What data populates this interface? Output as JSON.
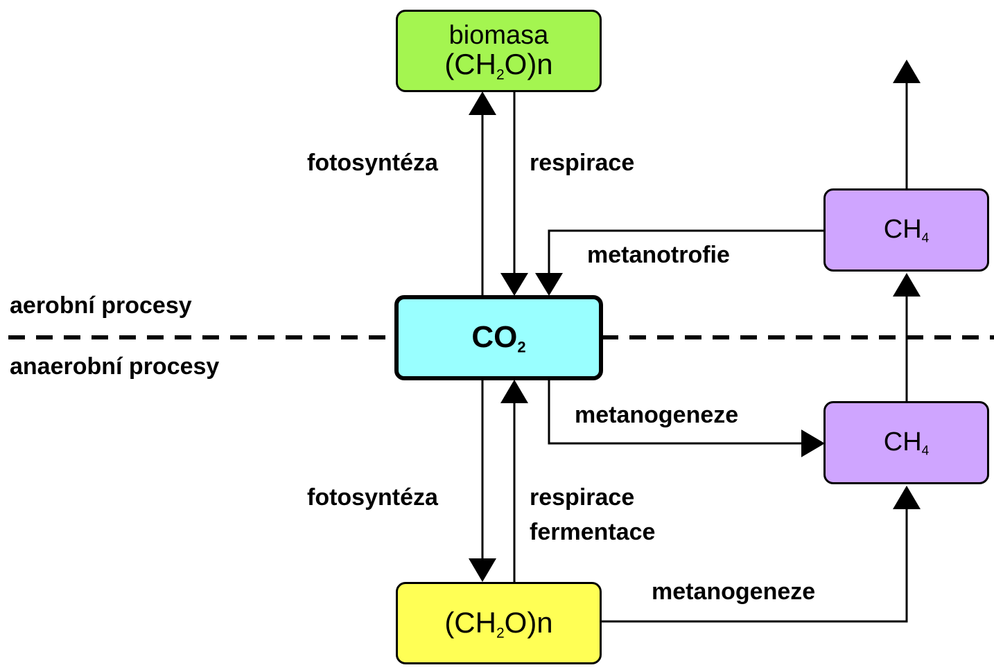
{
  "colors": {
    "biomass": "#a4f550",
    "co2": "#99ffff",
    "methane": "#cfa5ff",
    "organic": "#ffff55",
    "line": "#000000"
  },
  "zones": {
    "aerobic": "aerobní procesy",
    "anaerobic": "anaerobní procesy"
  },
  "nodes": {
    "biomass": {
      "line1": "biomasa",
      "formula_a": "(CH",
      "formula_sub": "2",
      "formula_b": "O)n"
    },
    "co2": {
      "main": "CO",
      "sub": "2"
    },
    "methane_top": {
      "main": "CH",
      "sub": "4"
    },
    "methane_bottom": {
      "main": "CH",
      "sub": "4"
    },
    "organic": {
      "formula_a": "(CH",
      "formula_sub": "2",
      "formula_b": "O)n"
    }
  },
  "edges": {
    "upper_photosynthesis": "fotosyntéza",
    "upper_respiration": "respirace",
    "methanotrophy": "metanotrofie",
    "methanogenesis_co2": "metanogeneze",
    "lower_photosynthesis": "fotosyntéza",
    "lower_respiration": "respirace",
    "lower_fermentation": "fermentace",
    "methanogenesis_organic": "metanogeneze"
  }
}
